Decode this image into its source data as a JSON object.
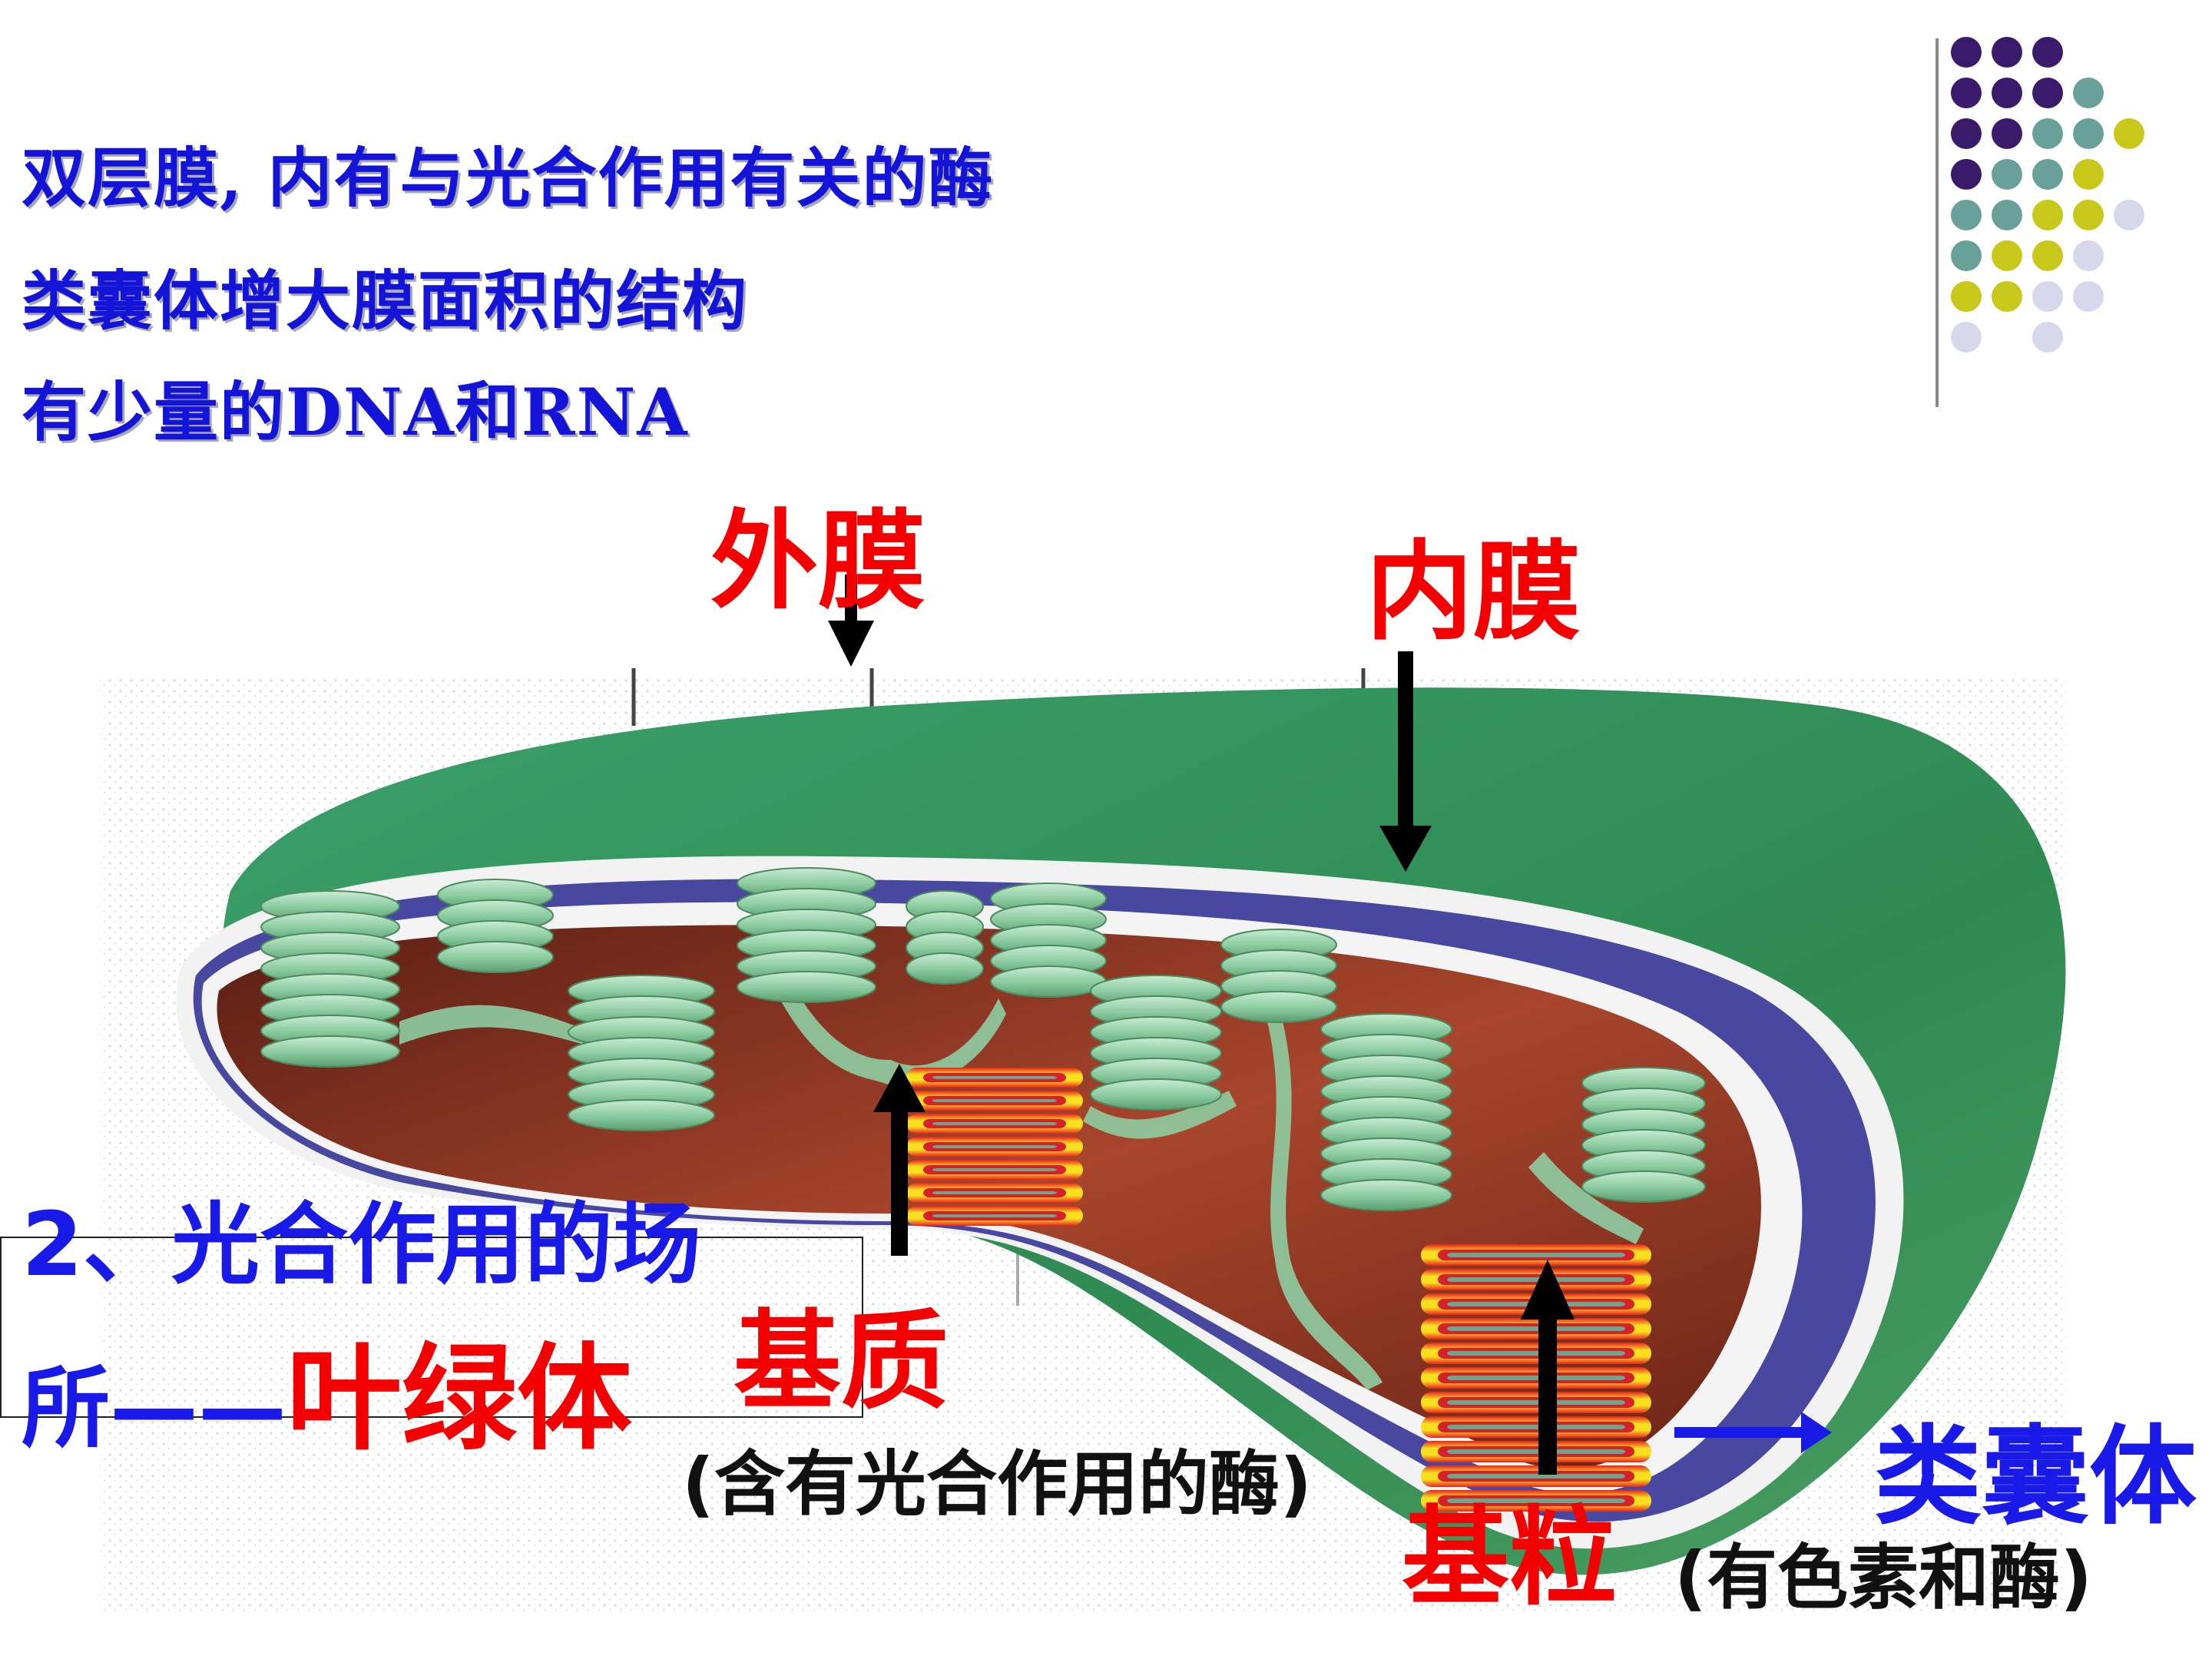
{
  "notes": [
    "双层膜, 内有与光合作用有关的酶",
    "类囊体增大膜面积的结构",
    "有少量的DNA和RNA"
  ],
  "labels": {
    "outer_membrane": "外膜",
    "inner_membrane": "内膜",
    "matrix": "基质",
    "matrix_note": "(含有光合作用的酶)",
    "grana": "基粒",
    "thylakoid": "类囊体",
    "thylakoid_note": "(有色素和酶)"
  },
  "title": {
    "line1": "2、光合作用的场",
    "line2_prefix": "所——",
    "line2_highlight": "叶绿体"
  },
  "colors": {
    "note_text": "#1414d8",
    "label_red": "#f40000",
    "label_blue": "#1a1ae8",
    "outer_green": "#3a9a5e",
    "inner_purple": "#4848a0",
    "stroma_brown": "#9a3a26",
    "grana_green": "#8ecda2",
    "dot_purple": "#3a1a6a",
    "dot_teal": "#6aa09a",
    "dot_yellow": "#c8c81a",
    "dot_lavender": "#d8d8ec"
  }
}
